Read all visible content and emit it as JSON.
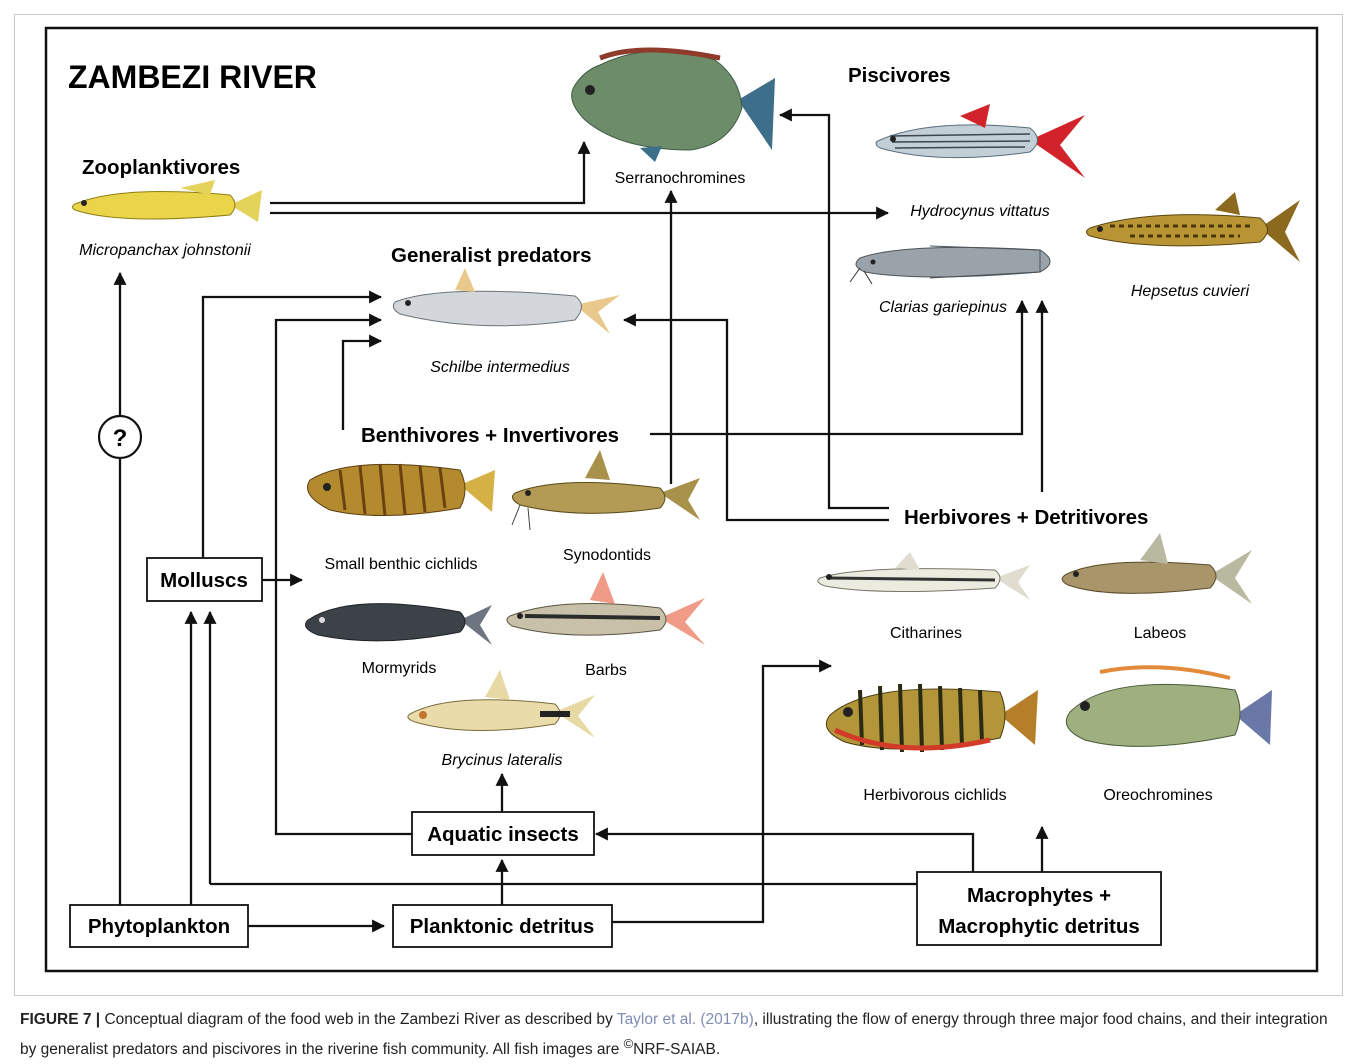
{
  "title": "ZAMBEZI RIVER",
  "headings": {
    "piscivores": "Piscivores",
    "zooplanktivores": "Zooplanktivores",
    "generalist_predators": "Generalist predators",
    "benthivores": "Benthivores + Invertivores",
    "herbivores": "Herbivores + Detritivores"
  },
  "boxes": {
    "molluscs": "Molluscs",
    "aquatic_insects": "Aquatic insects",
    "phytoplankton": "Phytoplankton",
    "planktonic_detritus": "Planktonic detritus",
    "macrophytes_line1": "Macrophytes +",
    "macrophytes_line2": "Macrophytic detritus"
  },
  "unknown_link": "?",
  "fish_labels": {
    "serranochromines": "Serranochromines",
    "hydrocynus": "Hydrocynus vittatus",
    "hepsetus": "Hepsetus cuvieri",
    "clarias": "Clarias gariepinus",
    "micropanchax": "Micropanchax johnstonii",
    "schilbe": "Schilbe intermedius",
    "small_benthic": "Small benthic cichlids",
    "synodontids": "Synodontids",
    "mormyrids": "Mormyrids",
    "barbs": "Barbs",
    "brycinus": "Brycinus lateralis",
    "citharines": "Citharines",
    "labeos": "Labeos",
    "herbivorous_cichlids": "Herbivorous cichlids",
    "oreochromines": "Oreochromines"
  },
  "caption": {
    "lead": "FIGURE 7 |",
    "text1": " Conceptual diagram of the food web in the Zambezi River as described by ",
    "ref": "Taylor et al. (2017b)",
    "text2": ", illustrating the flow of energy through three major food chains, and their integration by generalist predators and piscivores in the riverine fish community. All fish images are ",
    "copyright_symbol": "©",
    "credit": "NRF-SAIAB."
  },
  "colors": {
    "line": "#111111",
    "caption_ref": "#7f8db3",
    "frame_outer": "#c9c9c9"
  }
}
